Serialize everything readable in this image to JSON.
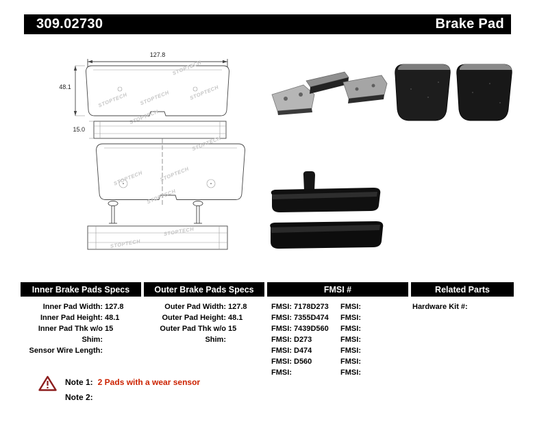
{
  "header": {
    "part_number": "309.02730",
    "product_type": "Brake Pad"
  },
  "diagram": {
    "dim_width": "127.8",
    "dim_height": "48.1",
    "dim_thickness": "15.0",
    "watermark": "STOPTECH"
  },
  "tables": {
    "inner": {
      "title": "Inner Brake Pads Specs",
      "rows": [
        {
          "label": "Inner Pad Width:",
          "value": "127.8"
        },
        {
          "label": "Inner Pad Height:",
          "value": "48.1"
        },
        {
          "label": "Inner Pad Thk w/o Shim:",
          "value": "15"
        },
        {
          "label": "Sensor Wire Length:",
          "value": ""
        }
      ]
    },
    "outer": {
      "title": "Outer Brake Pads Specs",
      "rows": [
        {
          "label": "Outer Pad Width:",
          "value": "127.8"
        },
        {
          "label": "Outer Pad Height:",
          "value": "48.1"
        },
        {
          "label": "Outer Pad Thk w/o Shim:",
          "value": "15"
        }
      ]
    },
    "fmsi": {
      "title": "FMSI #",
      "rows": [
        {
          "l_label": "FMSI:",
          "l_value": "7178D273",
          "r_label": "FMSI:",
          "r_value": ""
        },
        {
          "l_label": "FMSI:",
          "l_value": "7355D474",
          "r_label": "FMSI:",
          "r_value": ""
        },
        {
          "l_label": "FMSI:",
          "l_value": "7439D560",
          "r_label": "FMSI:",
          "r_value": ""
        },
        {
          "l_label": "FMSI:",
          "l_value": "D273",
          "r_label": "FMSI:",
          "r_value": ""
        },
        {
          "l_label": "FMSI:",
          "l_value": "D474",
          "r_label": "FMSI:",
          "r_value": ""
        },
        {
          "l_label": "FMSI:",
          "l_value": "D560",
          "r_label": "FMSI:",
          "r_value": ""
        },
        {
          "l_label": "FMSI:",
          "l_value": "",
          "r_label": "FMSI:",
          "r_value": ""
        }
      ]
    },
    "related": {
      "title": "Related Parts",
      "rows": [
        {
          "label": "Hardware Kit #:",
          "value": ""
        }
      ]
    }
  },
  "notes": {
    "note1_label": "Note 1:",
    "note1_text": "2 Pads with a wear sensor",
    "note2_label": "Note 2:",
    "note2_text": ""
  },
  "colors": {
    "note_red": "#cc2200",
    "header_bg": "#000000"
  }
}
